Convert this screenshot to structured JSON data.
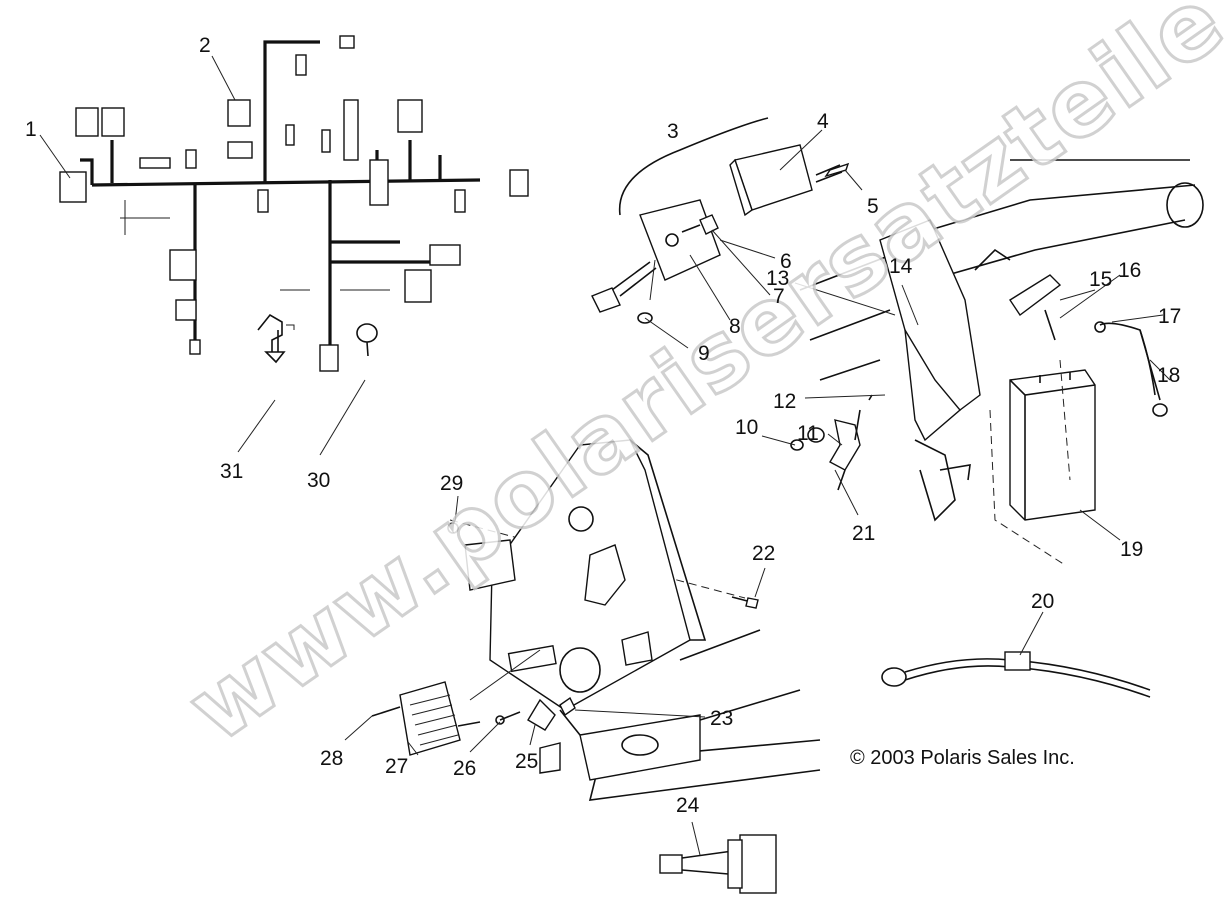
{
  "diagram": {
    "watermark": "www.polarisersatzteile.de",
    "copyright": "© 2003 Polaris Sales Inc.",
    "callouts": [
      "1",
      "2",
      "3",
      "4",
      "5",
      "6",
      "7",
      "8",
      "9",
      "10",
      "11",
      "12",
      "13",
      "14",
      "15",
      "16",
      "17",
      "18",
      "19",
      "20",
      "21",
      "22",
      "23",
      "24",
      "25",
      "26",
      "27",
      "28",
      "29",
      "30",
      "31"
    ]
  }
}
